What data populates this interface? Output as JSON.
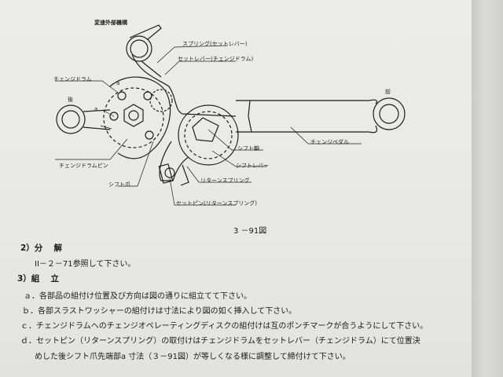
{
  "figure": {
    "title": "変速外部機構",
    "caption": "3 －91図",
    "labels": {
      "spring_set_lever": "スプリング(セットレバー)",
      "set_lever_change_drum": "セットレバー(チェンジドラム)",
      "change_drum": "チェンジドラム",
      "rear": "後",
      "front": "前",
      "change_drum_pin": "チェンジドラムピン",
      "shift_claw": "シフト爪",
      "shift_shaft": "シフト軸",
      "change_pedal": "チェンジペダル",
      "shift_lever": "シフトレバー",
      "return_spring": "リターンスプリング",
      "set_pin_return_spring": "セットピン(リターンスプリング)",
      "dim_a": "a"
    }
  },
  "sections": [
    {
      "heading": "2）分　 解",
      "lines": [
        "II－２－71参照して下さい。"
      ]
    },
    {
      "heading": "3）組　 立",
      "items": [
        "ａ．各部品の組付け位置及び方向は図の通りに組立てて下さい。",
        "ｂ．各部スラストワッシャーの組付けは寸法により図の如く挿入して下さい。",
        "ｃ．チェンジドラムへのチェンジオペレーティングディスクの組付けは互のポンチマークが合うようにして下さい。",
        "ｄ．セットピン（リターンスプリング）の取付けはチェンジドラムをセットレバー（チェンジドラム）にて位置決",
        "めした後シフト爪先端部a 寸法（３－91図）が等しくなる様に調整して締付けて下さい。"
      ]
    }
  ]
}
